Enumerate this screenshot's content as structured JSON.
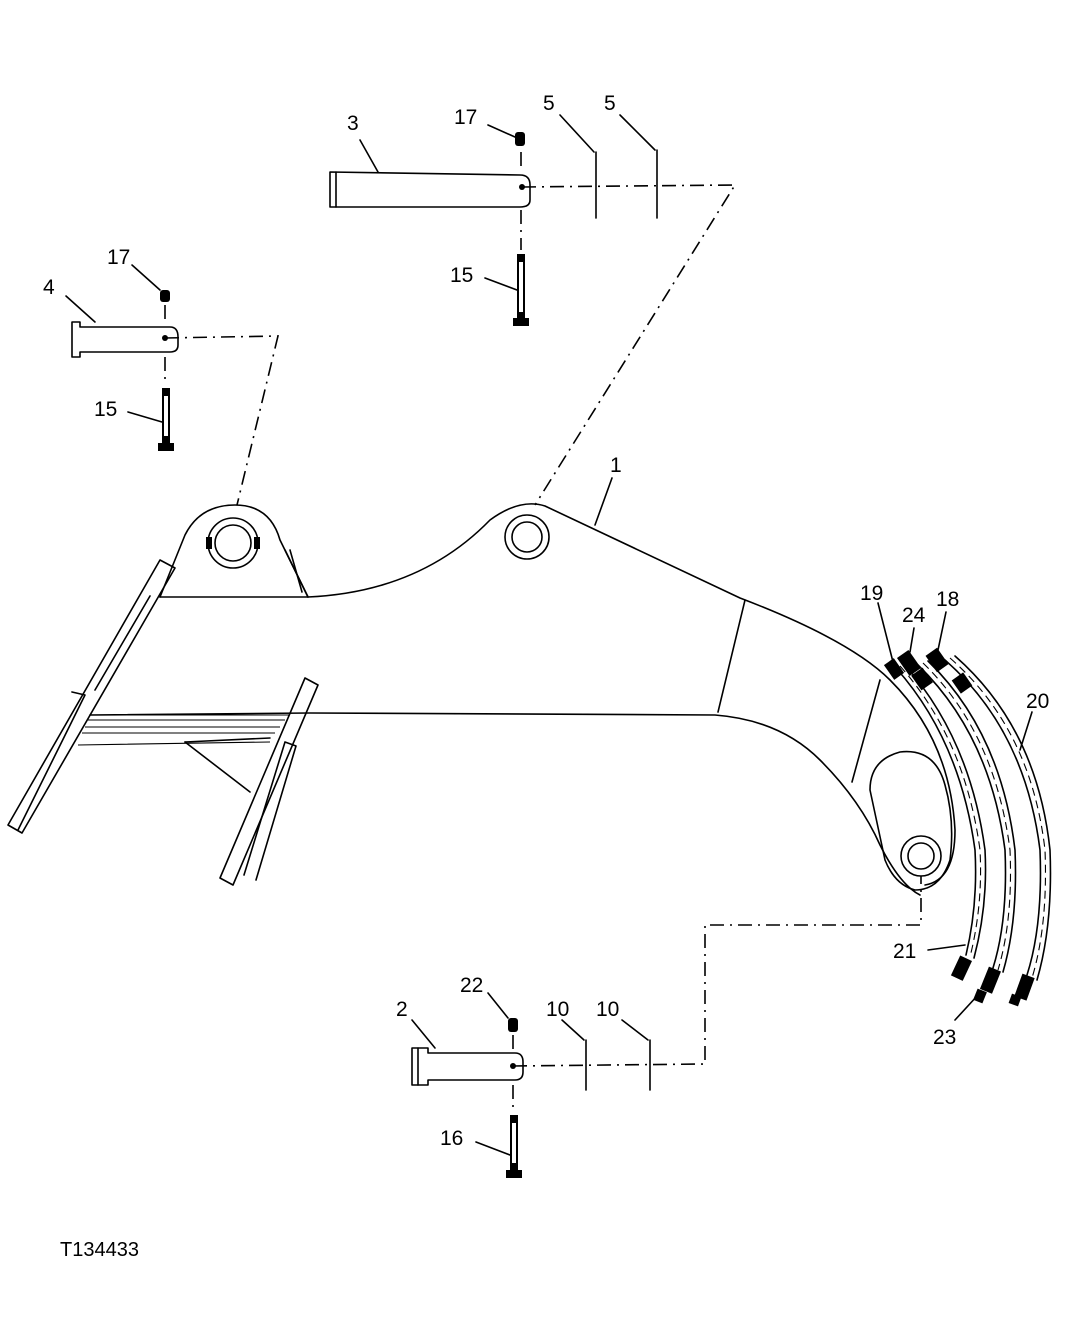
{
  "figure_code": "T134433",
  "callouts": {
    "c1": "1",
    "c2": "2",
    "c3": "3",
    "c4": "4",
    "c5a": "5",
    "c5b": "5",
    "c10a": "10",
    "c10b": "10",
    "c15a": "15",
    "c15b": "15",
    "c16": "16",
    "c17a": "17",
    "c17b": "17",
    "c18": "18",
    "c19": "19",
    "c20": "20",
    "c21": "21",
    "c22": "22",
    "c23": "23",
    "c24": "24"
  }
}
